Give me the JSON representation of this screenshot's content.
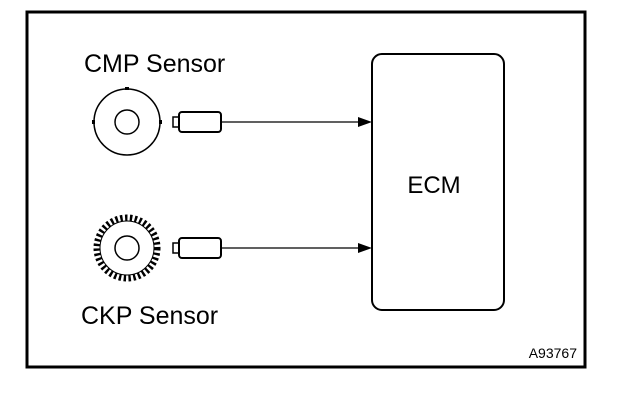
{
  "labels": {
    "cmp_sensor": "CMP Sensor",
    "ckp_sensor": "CKP Sensor",
    "ecm": "ECM",
    "figure_code": "A93767"
  },
  "colors": {
    "ink": "#000000",
    "paper": "#ffffff"
  }
}
